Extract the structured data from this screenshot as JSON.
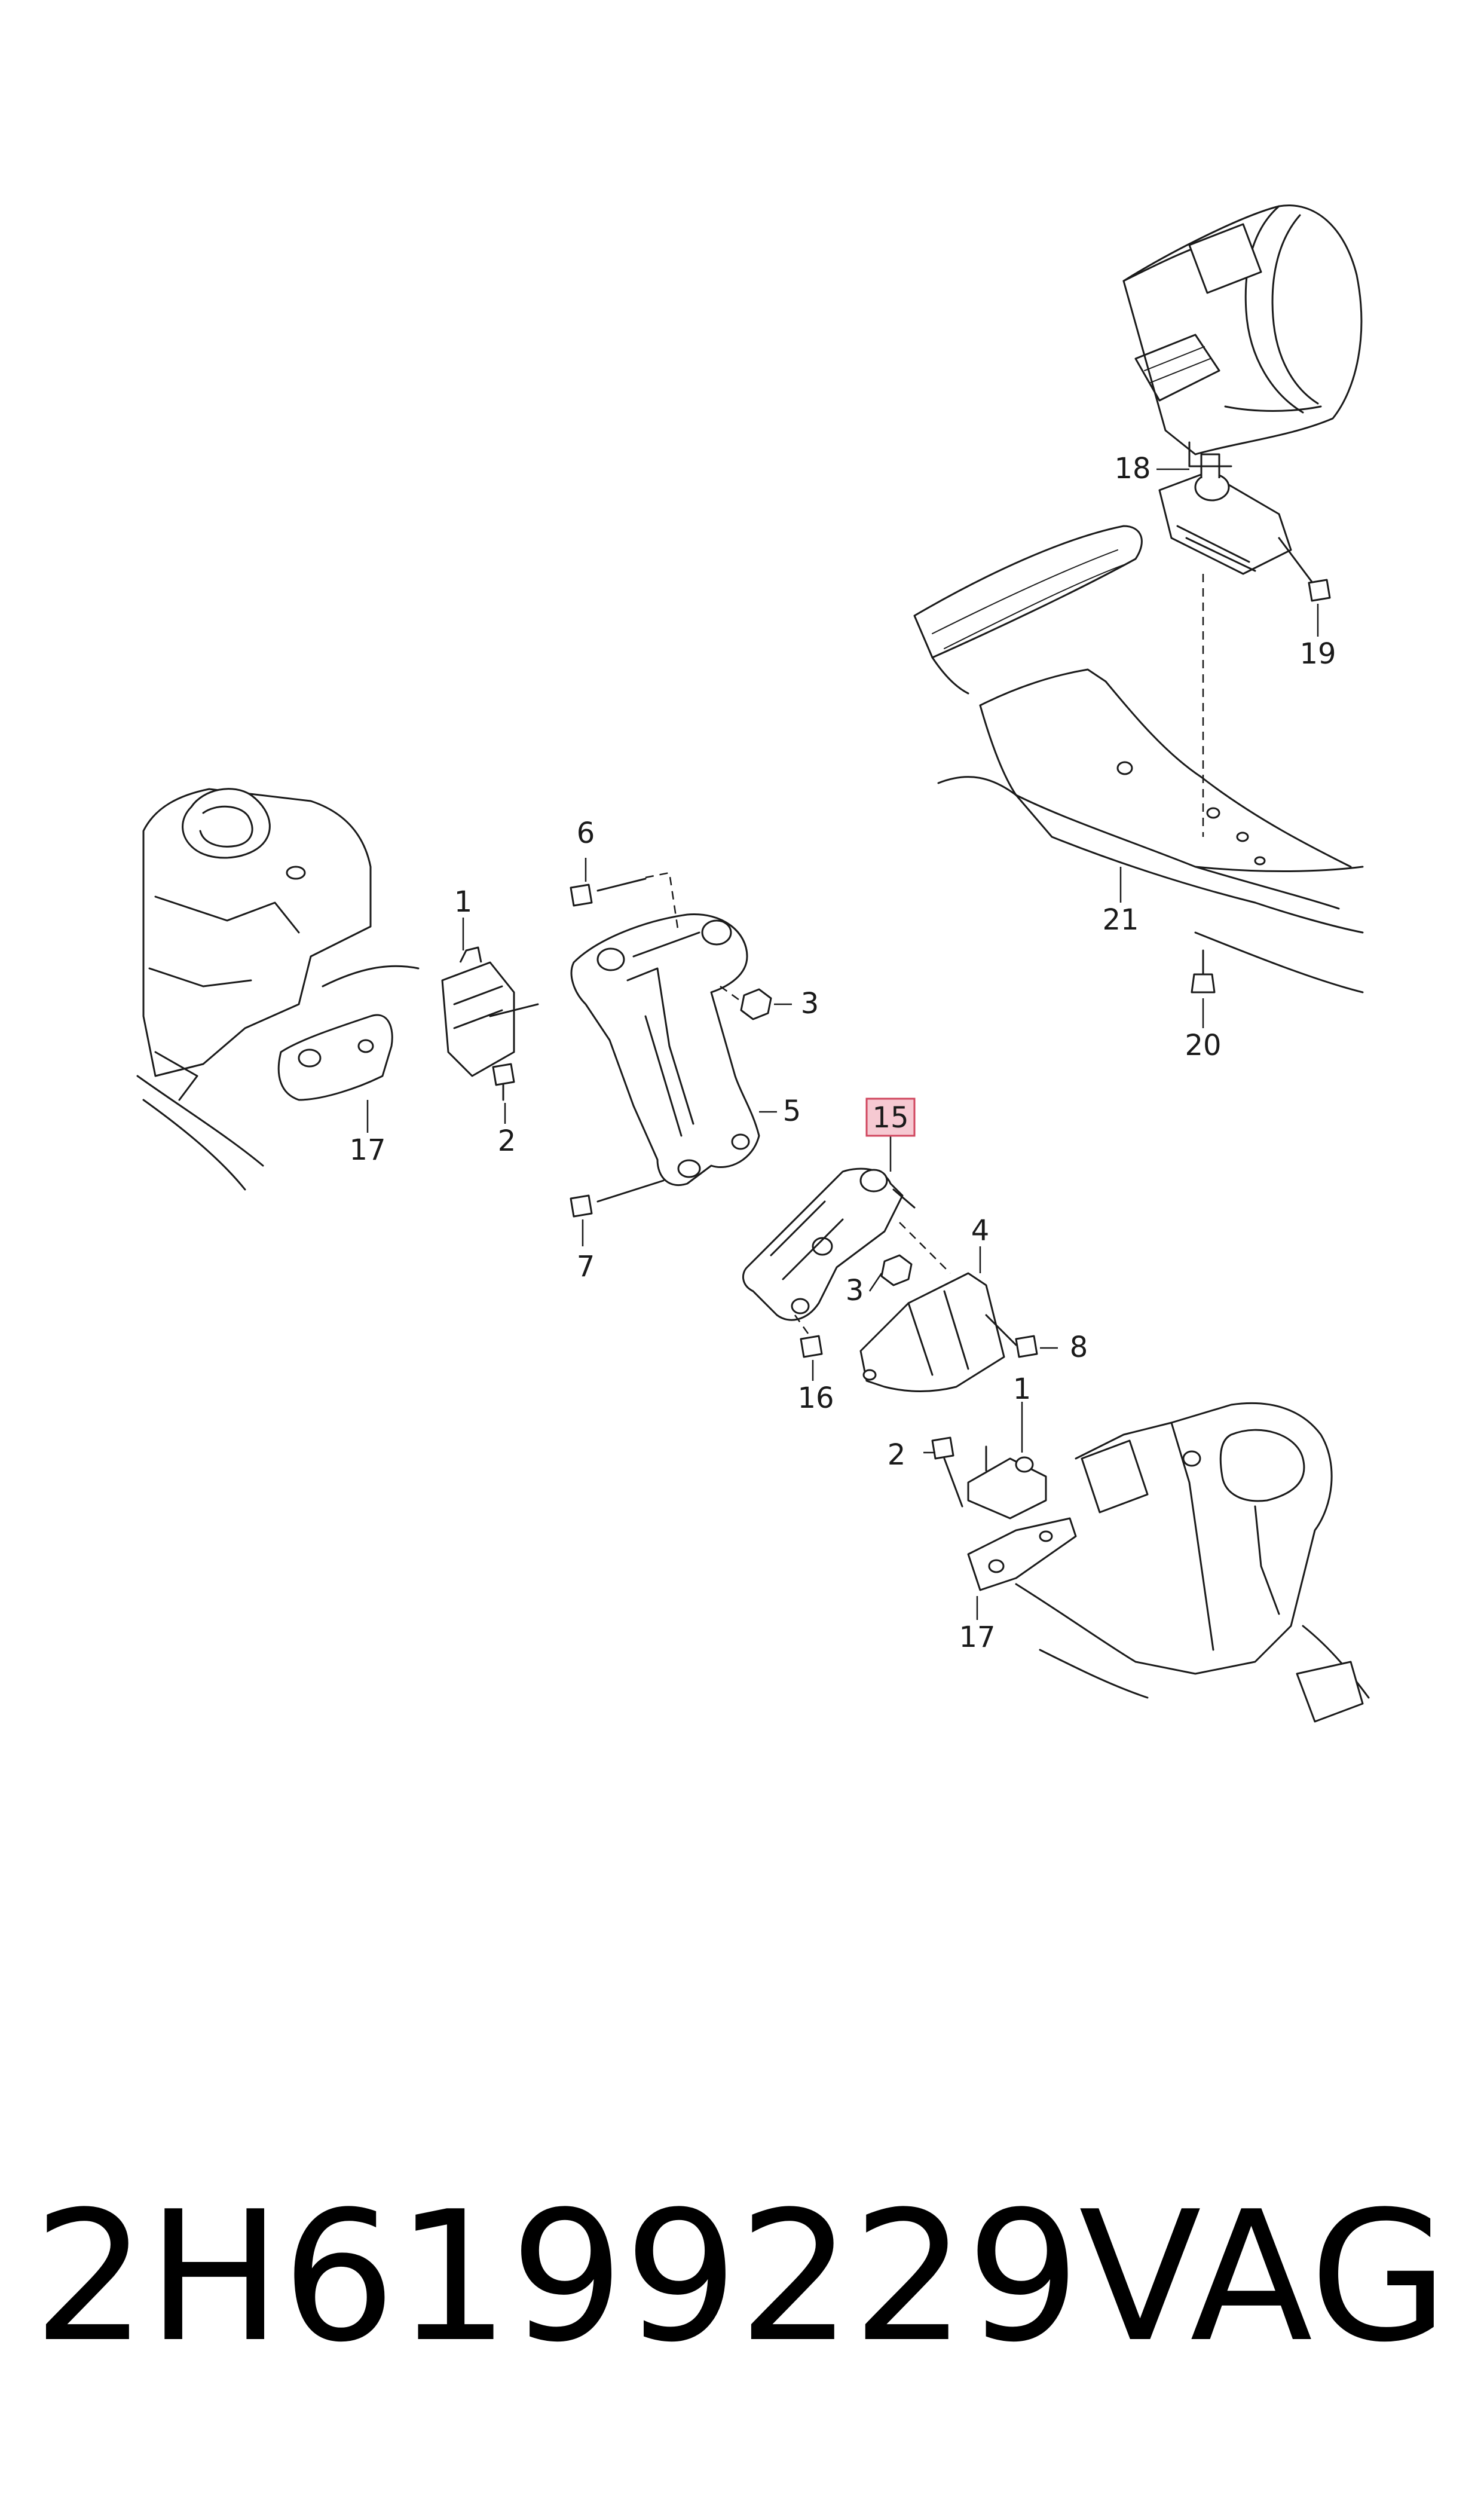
{
  "diagram": {
    "callouts": {
      "c18": "18",
      "c19": "19",
      "c21": "21",
      "c20": "20",
      "c6": "6",
      "c1_left": "1",
      "c3_top": "3",
      "c17_left": "17",
      "c2_left": "2",
      "c5": "5",
      "c7": "7",
      "c15": "15",
      "c4": "4",
      "c3_mid": "3",
      "c8": "8",
      "c16": "16",
      "c1_right": "1",
      "c2_right": "2",
      "c17_right": "17"
    },
    "highlighted_callout": "15",
    "highlight_color": "#f6c9d2"
  },
  "footer": {
    "part_number": "2H6199229",
    "brand": "VAG"
  }
}
